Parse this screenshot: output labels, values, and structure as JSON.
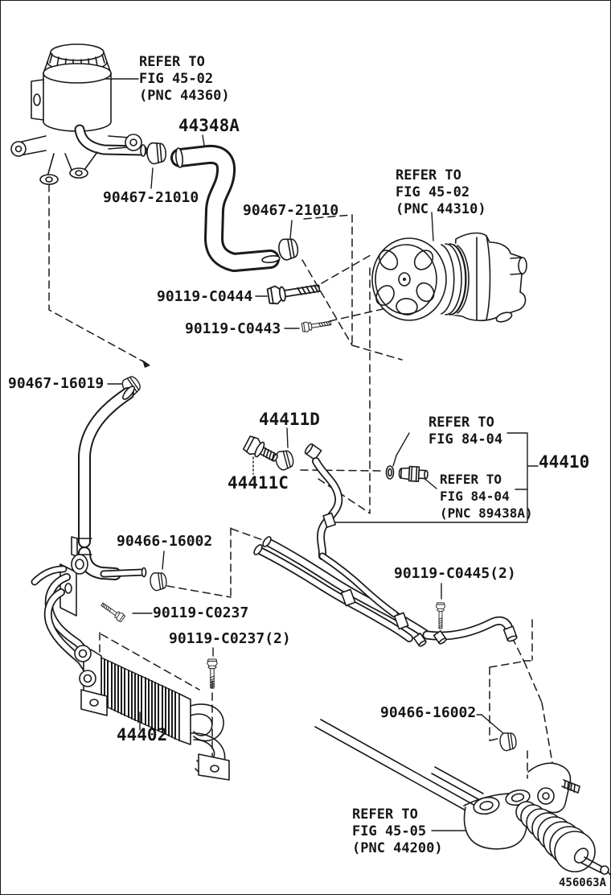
{
  "figure": {
    "code": "456063A",
    "line_color": "#1a1a1a",
    "background": "#ffffff"
  },
  "labels": {
    "refer_reservoir": "REFER TO\nFIG 45-02\n(PNC 44360)",
    "feed_hose": "44348A",
    "clamp_21010_a": "90467-21010",
    "clamp_21010_b": "90467-21010",
    "refer_pump": "REFER TO\nFIG 45-02\n(PNC 44310)",
    "bolt_c0444": "90119-C0444",
    "bolt_c0443": "90119-C0443",
    "clamp_16019": "90467-16019",
    "clamp_44411d": "44411D",
    "union_44411c": "44411C",
    "refer_8404_top": "REFER TO\nFIG 84-04",
    "refer_8404_bot": "REFER TO\nFIG 84-04\n(PNC 89438A)",
    "tube_44410": "44410",
    "clamp_16002_a": "90466-16002",
    "bolt_c0237": "90119-C0237",
    "bolt_c0237_2": "90119-C0237(2)",
    "bolt_c0445": "90119-C0445(2)",
    "cooler_44402": "44402",
    "clamp_16002_b": "90466-16002",
    "refer_rack": "REFER TO\nFIG 45-05\n(PNC 44200)",
    "fig_code": "456063A"
  }
}
